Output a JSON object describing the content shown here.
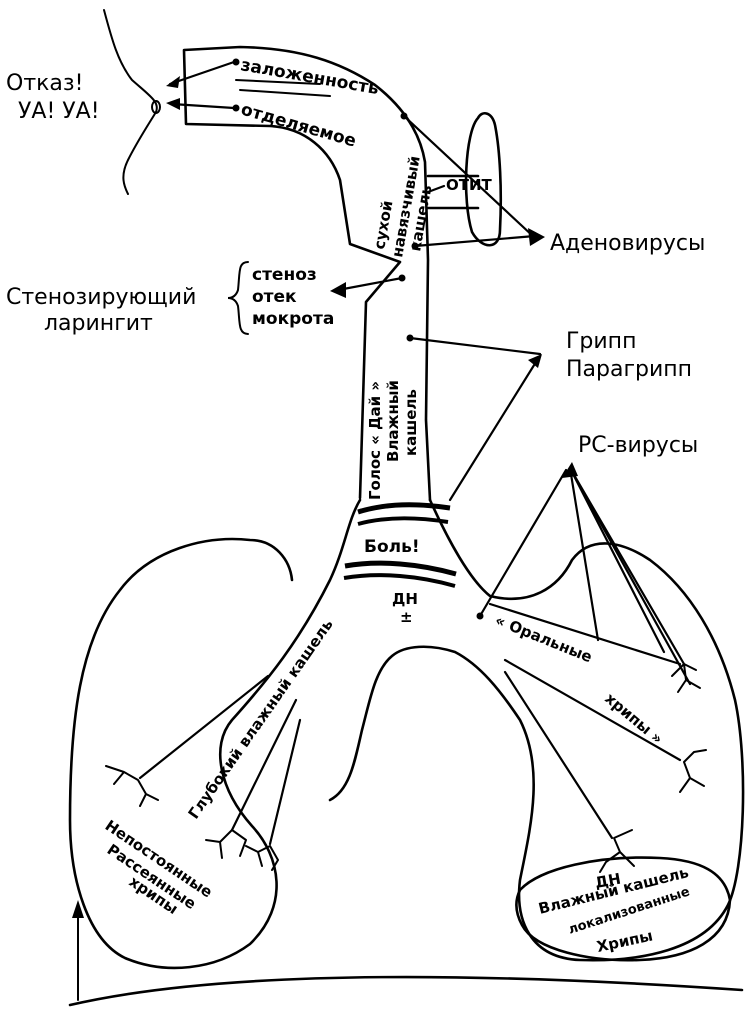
{
  "labels": {
    "refusal": "Отказ!",
    "cry": "УА! УА!",
    "congestion": "заложенность",
    "discharge": "отделяемое",
    "dry_cough_1": "сухой",
    "dry_cough_2": "навязчивый",
    "dry_cough_3": "кашель",
    "otitis": "ОТИТ",
    "adenovirus": "Аденовирусы",
    "stenosing_1": "Стенозирующий",
    "stenosing_2": "ларингит",
    "stenosis_1": "стеноз",
    "stenosis_2": "отек",
    "stenosis_3": "мокрота",
    "influenza_1": "Грипп",
    "influenza_2": "Парагрипп",
    "voice_1": "Голос « Дай »",
    "voice_2": "Влажный",
    "voice_3": "кашель",
    "rsv": "РС-вирусы",
    "pain": "Боль!",
    "dn_top_1": "ДН",
    "dn_top_2": "±",
    "deep_cough": "Глубокий влажный кашель",
    "oral_1": "« Оральные",
    "oral_2": "хрипы »",
    "inconst_1": "Непостоянные",
    "inconst_2": "Рассеянные",
    "inconst_3": "хрипы",
    "dn_bottom": "ДН",
    "wet_cough_bottom": "Влажный кашель",
    "localized": "локализованные",
    "rales_bottom": "Хрипы"
  }
}
